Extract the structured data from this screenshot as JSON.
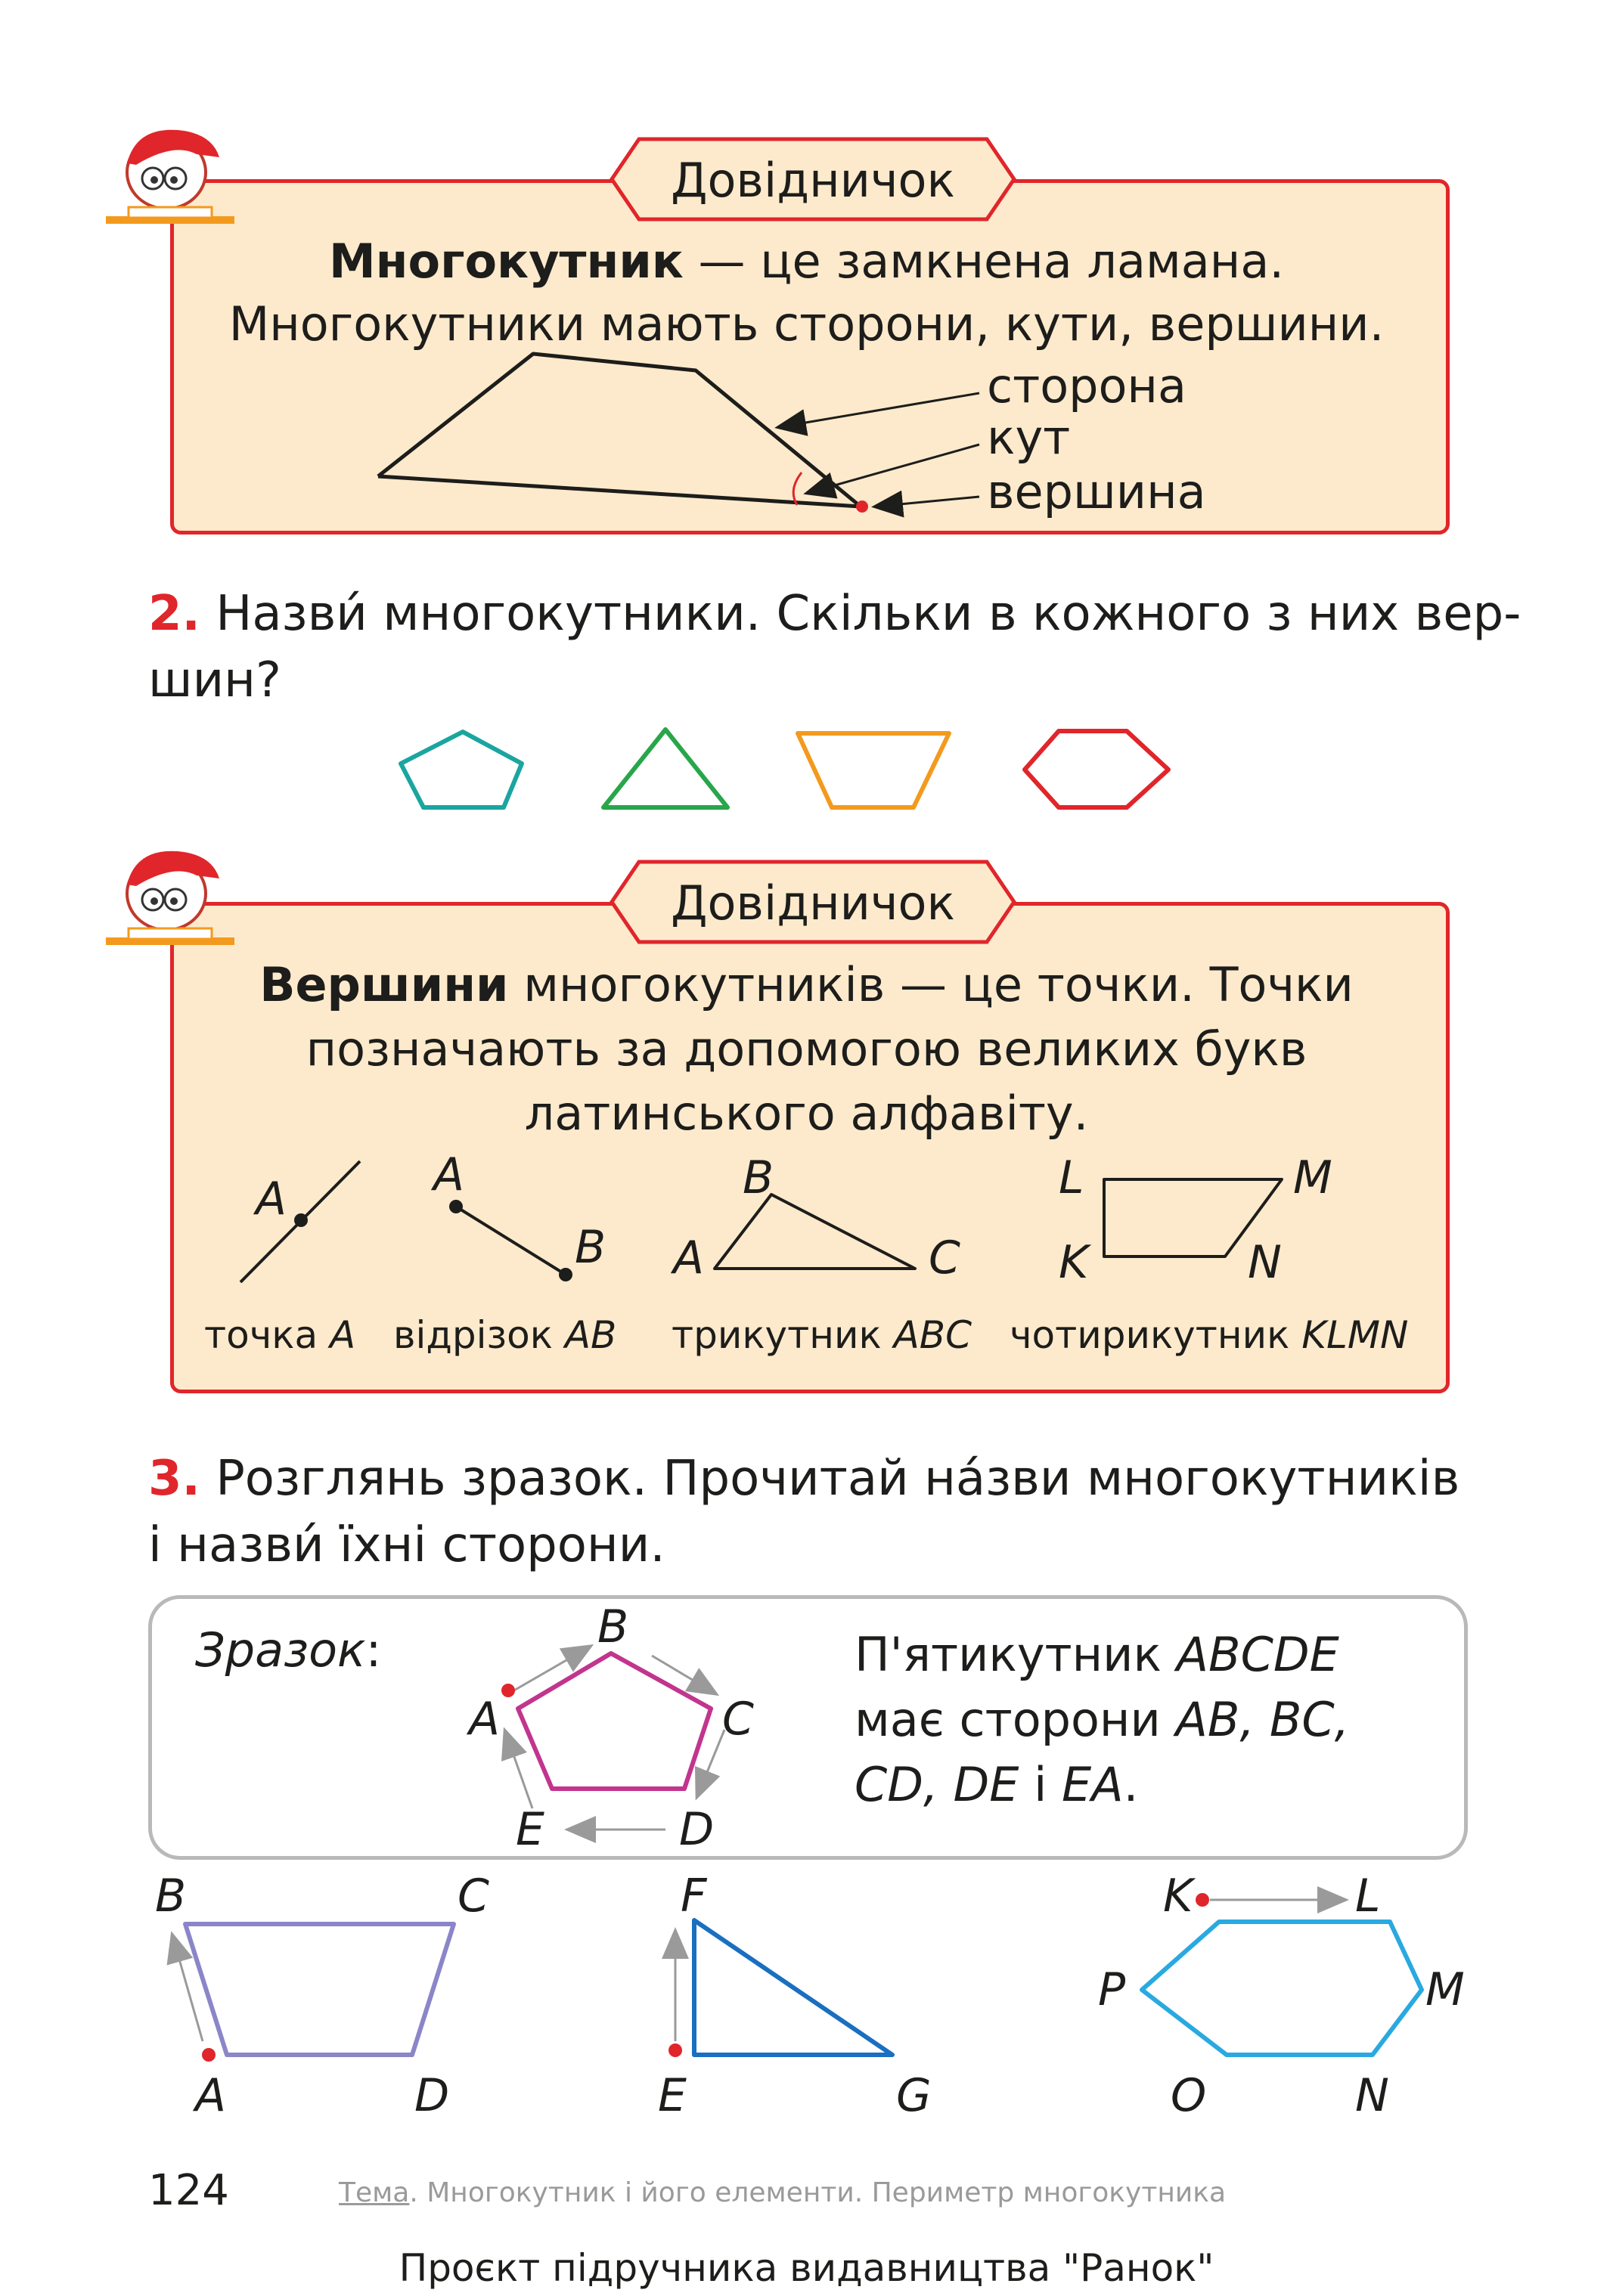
{
  "reference1": {
    "title": "Довідничок",
    "bold_term": "Многокутник",
    "rest_line1": " — це замкнена ламана.",
    "line2": "Многокутники мають сторони, кути, вершини.",
    "label_side": "сторона",
    "label_angle": "кут",
    "label_vertex": "вершина"
  },
  "task2": {
    "number": "2.",
    "text_line1": "Назви́ многокутники. Скільки в кожного з них вер-",
    "text_line2": "шин?",
    "shape_colors": [
      "#1aa5a0",
      "#28a64a",
      "#f39a1e",
      "#e0262b"
    ]
  },
  "reference2": {
    "title": "Довідничок",
    "bold_term": "Вершини",
    "rest_line1": " многокутників — це точки. Точки",
    "line2": "позначають за допомогою великих букв",
    "line3": "латинського алфавіту.",
    "point_label": "A",
    "segment_labels": [
      "A",
      "B"
    ],
    "triangle_labels": [
      "B",
      "A",
      "C"
    ],
    "quad_labels": [
      "L",
      "M",
      "K",
      "N"
    ],
    "captions": [
      {
        "text": "точка ",
        "it": "A"
      },
      {
        "text": "відрізок ",
        "it": "AB"
      },
      {
        "text": "трикутник ",
        "it": "ABC"
      },
      {
        "text": "чотирикутник ",
        "it": "KLMN"
      }
    ]
  },
  "task3": {
    "number": "3.",
    "text_line1": "Розглянь зразок. Прочитай на́зви многокутників",
    "text_line2": "і назви́ їхні сторони."
  },
  "sample": {
    "label": "Зразок",
    "colon": ":",
    "pentagon_labels": [
      "B",
      "A",
      "C",
      "E",
      "D"
    ],
    "line1_text": "П'ятикутник ",
    "line1_it": "ABCDE",
    "line2_text": "має сторони ",
    "line2_it": "AB, BC,",
    "line3_it1": "CD, DE",
    "line3_text": " і ",
    "line3_it2": "EA",
    "line3_end": "."
  },
  "shapes3": {
    "trapezoid_labels": [
      "B",
      "C",
      "A",
      "D"
    ],
    "triangle_labels": [
      "F",
      "E",
      "G"
    ],
    "hexagon_labels": [
      "K",
      "L",
      "P",
      "M",
      "O",
      "N"
    ],
    "trapezoid_color": "#8a86c8",
    "triangle_color": "#1a6fc0",
    "hexagon_color": "#2aa9e0"
  },
  "footer": {
    "page_number": "124",
    "topic_label": "Тема",
    "topic_text": ". Многокутник і його елементи. Периметр многокутника",
    "project_note": "Проєкт підручника видавництва \"Ранок\""
  }
}
